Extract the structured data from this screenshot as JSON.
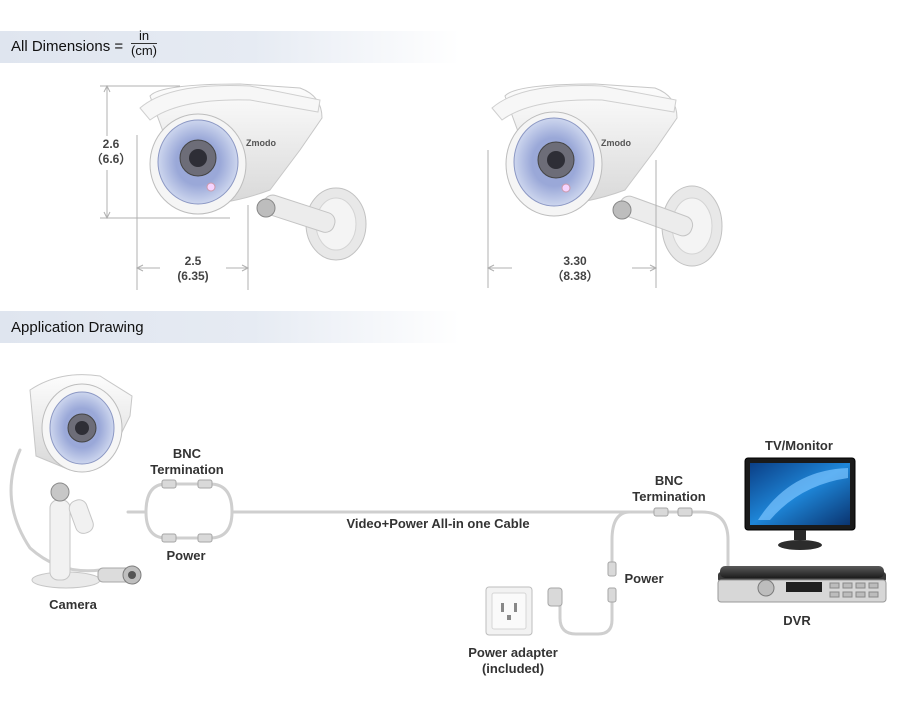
{
  "header_dimensions": {
    "title": "All Dimensions =",
    "unit_numerator": "in",
    "unit_denominator": "(cm)"
  },
  "camera_front": {
    "height_in": "2.6",
    "height_cm": "（6.6）",
    "width_in": "2.5",
    "width_cm": "(6.35)",
    "brand": "Zmodo"
  },
  "camera_side": {
    "length_in": "3.30",
    "length_cm": "（8.38）",
    "brand": "Zmodo"
  },
  "header_application": {
    "title": "Application Drawing"
  },
  "application": {
    "bnc_termination_left": [
      "BNC",
      "Termination"
    ],
    "power_left": "Power",
    "camera": "Camera",
    "cable": "Video+Power All-in one Cable",
    "bnc_termination_right": [
      "BNC",
      "Termination"
    ],
    "power_right": "Power",
    "tv_monitor": "TV/Monitor",
    "dvr": "DVR",
    "power_adapter": [
      "Power adapter",
      "(included)"
    ]
  },
  "colors": {
    "band": "#dfe5ef",
    "cable": "#cfcfcf",
    "dimension_line": "#b0b0b0",
    "screen": "#1e7fd0",
    "led_ring": "#b9c6e6"
  }
}
